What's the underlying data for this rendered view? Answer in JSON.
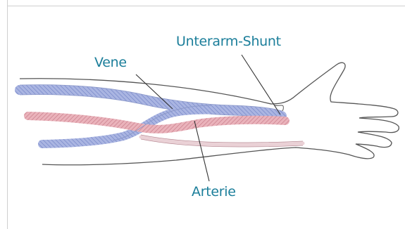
{
  "labels": {
    "vein": "Vene",
    "shunt": "Unterarm-Shunt",
    "artery": "Arterie"
  },
  "colors": {
    "label": "#1b7e9a",
    "vein": "#9aa8d8",
    "artery": "#e3a3ad",
    "outline": "#444444"
  }
}
